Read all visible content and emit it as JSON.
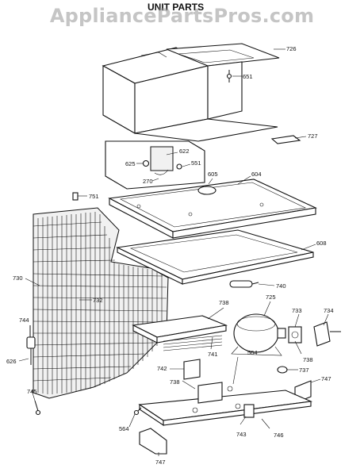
{
  "title": "UNIT PARTS",
  "watermark": "AppliancePartsPros.com",
  "callouts": {
    "c726": "726",
    "c651": "651",
    "c727": "727",
    "c622": "622",
    "c625": "625",
    "c551": "551",
    "c270": "270",
    "c605": "605",
    "c604": "604",
    "c751": "751",
    "c608": "608",
    "c730": "730",
    "c740": "740",
    "c738a": "738",
    "c725": "725",
    "c733": "733",
    "c734": "734",
    "c732": "732",
    "c744": "744",
    "c741": "741",
    "c738b": "738",
    "c737": "737",
    "c626": "626",
    "c742": "742",
    "c564a": "564",
    "c738c": "738",
    "c747a": "747",
    "c745": "745",
    "c564b": "564",
    "c743": "743",
    "c746": "746",
    "c747b": "747"
  }
}
